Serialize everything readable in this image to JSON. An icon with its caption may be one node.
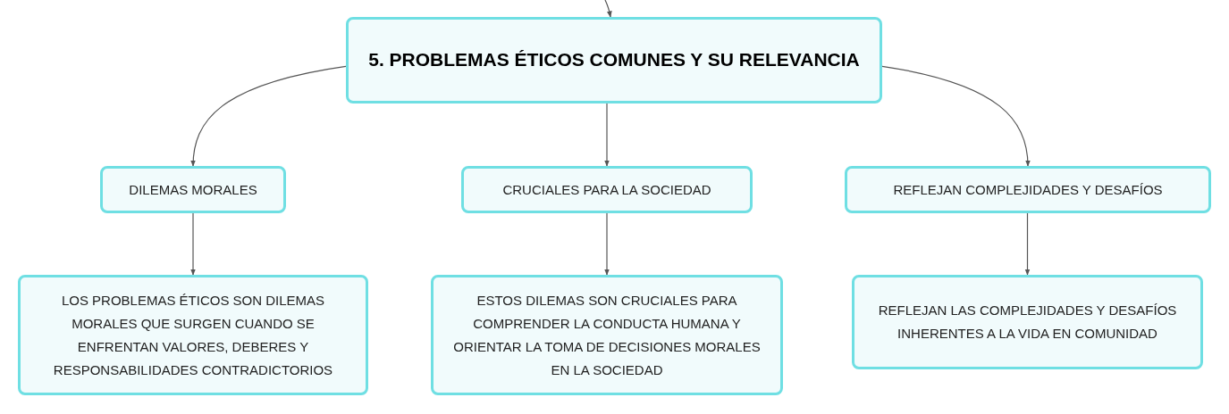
{
  "diagram": {
    "nodes": [
      {
        "text": [
          "5. PROBLEMAS ÉTICOS COMUNES Y SU RELEVANCIA"
        ]
      },
      {
        "text": [
          "DILEMAS MORALES"
        ]
      },
      {
        "text": [
          "CRUCIALES PARA LA SOCIEDAD"
        ]
      },
      {
        "text": [
          "REFLEJAN COMPLEJIDADES Y DESAFÍOS"
        ]
      },
      {
        "text": [
          "LOS PROBLEMAS ÉTICOS SON DILEMAS MORALES QUE SURGEN CUANDO SE ENFRENTAN VALORES, DEBERES Y RESPONSABILIDADES CONTRADICTORIOS"
        ]
      },
      {
        "text": [
          "ESTOS DILEMAS SON CRUCIALES PARA COMPRENDER LA CONDUCTA HUMANA Y ORIENTAR LA TOMA DE DECISIONES MORALES EN LA SOCIEDAD"
        ]
      },
      {
        "text": [
          "REFLEJAN LAS COMPLEJIDADES Y DESAFÍOS INHERENTES A LA VIDA EN COMUNIDAD"
        ]
      }
    ],
    "edges": [
      {
        "from": null,
        "to": 0,
        "arrow": "to"
      },
      {
        "from": 0,
        "to": 1,
        "arrow": "to"
      },
      {
        "from": 0,
        "to": 2,
        "arrow": "to"
      },
      {
        "from": 0,
        "to": 3,
        "arrow": "to"
      },
      {
        "from": 1,
        "to": 4,
        "arrow": "to"
      },
      {
        "from": 2,
        "to": 5,
        "arrow": "to"
      },
      {
        "from": 3,
        "to": 6,
        "arrow": "to"
      }
    ]
  }
}
